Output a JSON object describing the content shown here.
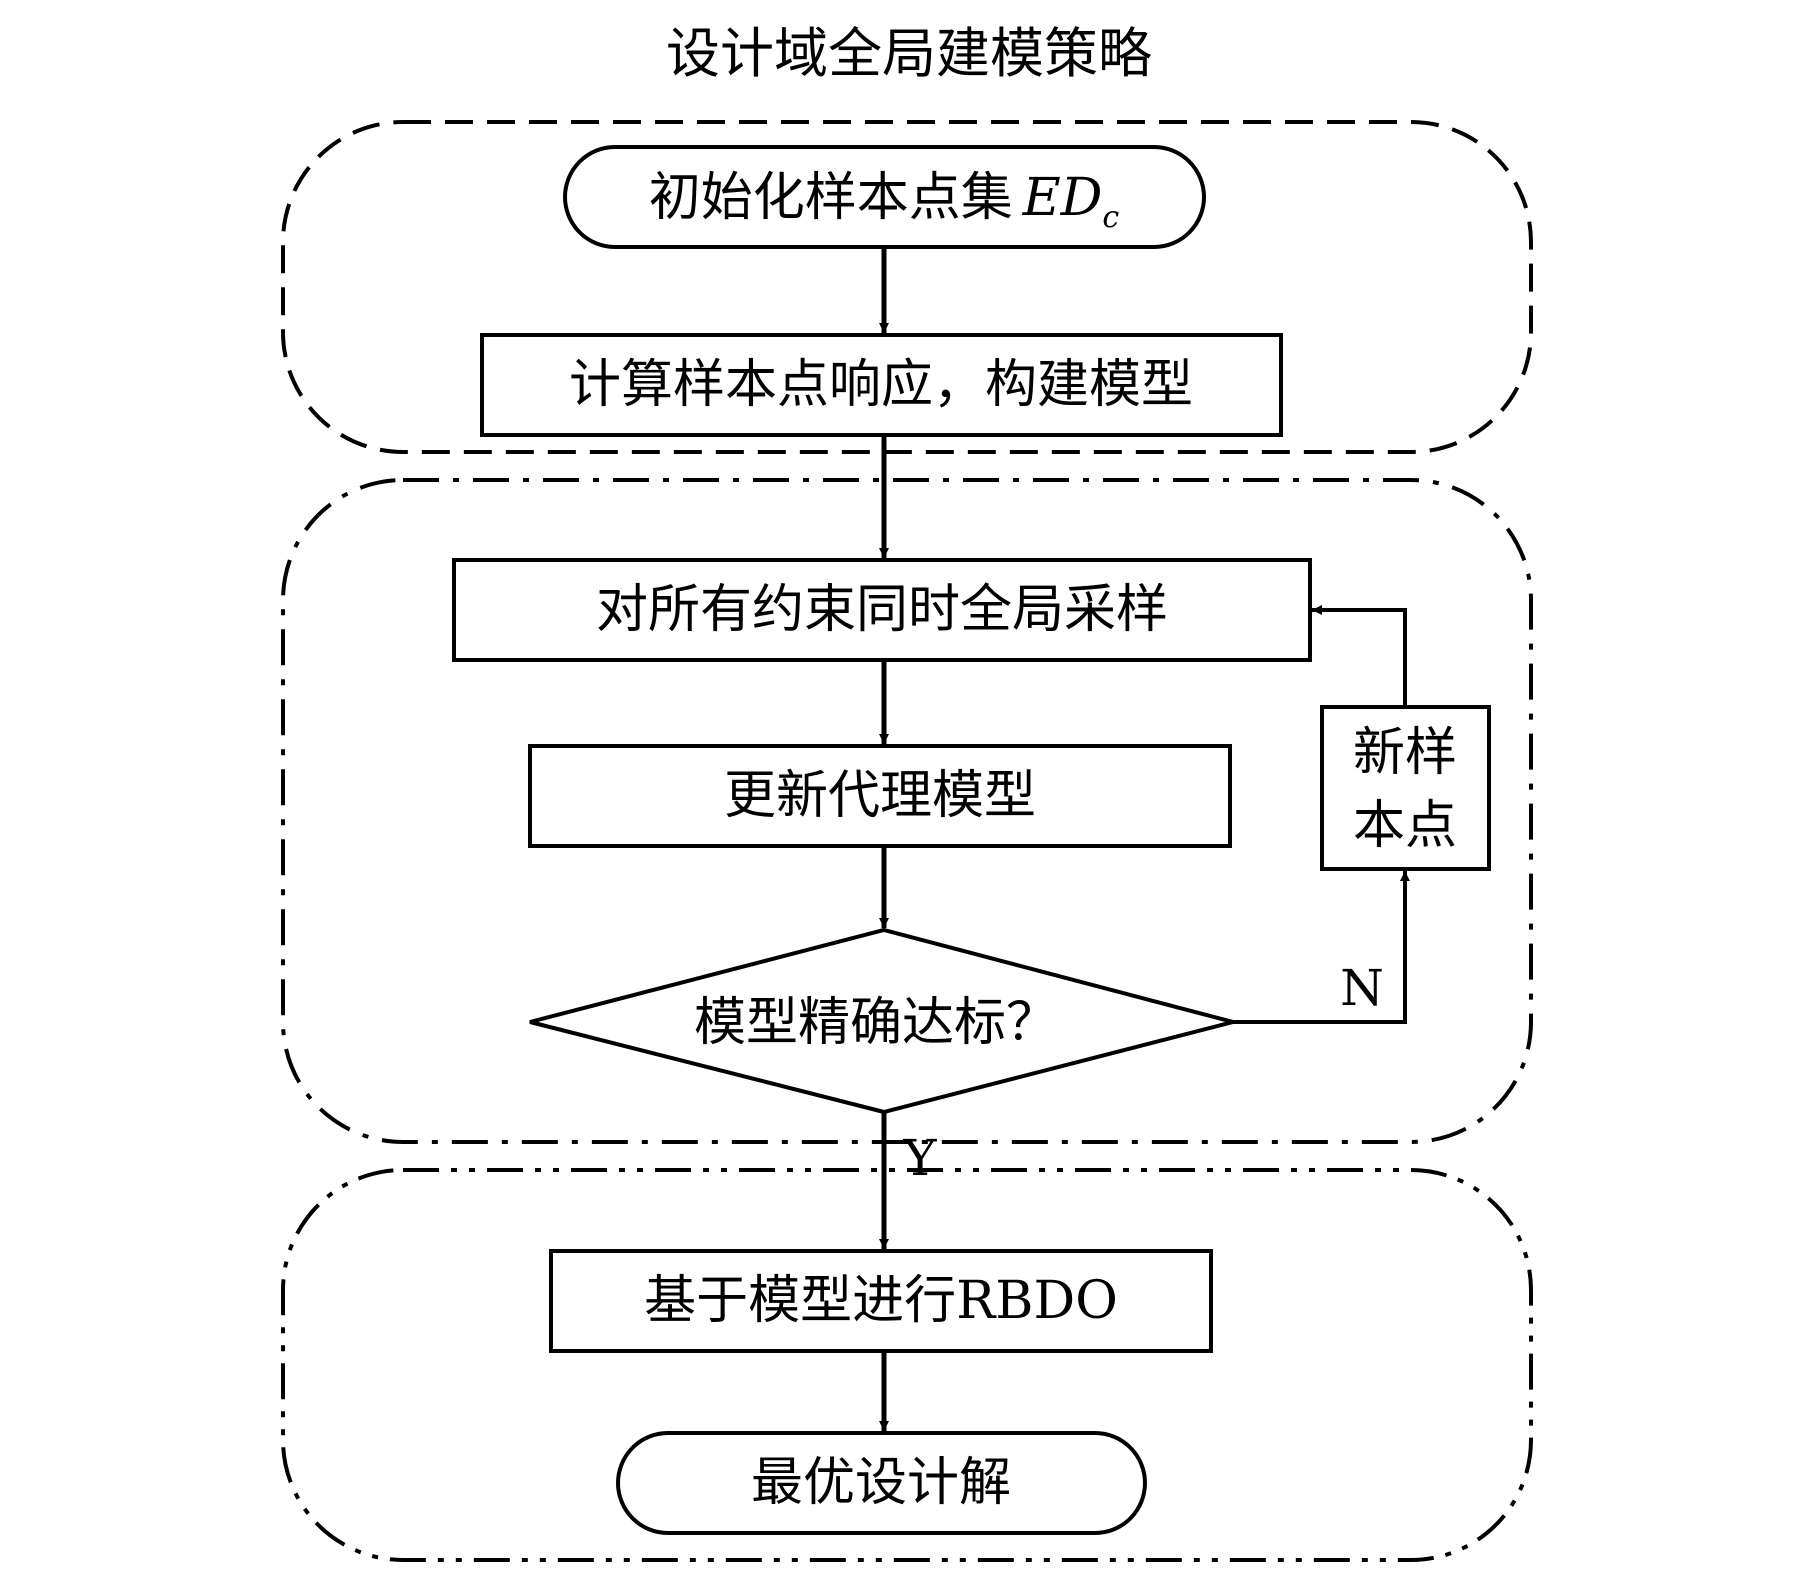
{
  "title": "设计域全局建模策略",
  "nodes": {
    "init": {
      "label": "初始化样本点集",
      "math_main": "ED",
      "math_sub": "c"
    },
    "compute": {
      "label": "计算样本点响应，构建模型"
    },
    "sample": {
      "label": "对所有约束同时全局采样"
    },
    "update": {
      "label": "更新代理模型"
    },
    "decision": {
      "label": "模型精确达标？"
    },
    "new_point": {
      "line1": "新样",
      "line2": "本点"
    },
    "rbdo": {
      "label": "基于模型进行RBDO"
    },
    "optimal": {
      "label": "最优设计解"
    }
  },
  "edges": {
    "no_label": "N",
    "yes_label": "Y"
  }
}
